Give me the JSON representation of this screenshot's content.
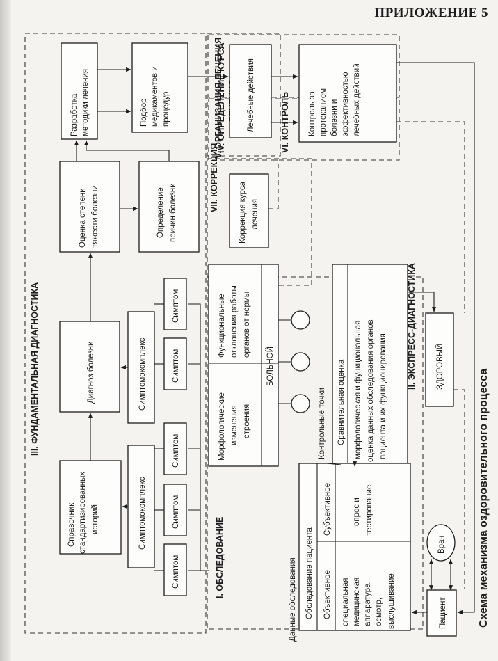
{
  "appendix_label": "ПРИЛОЖЕНИЕ 5",
  "caption": "Схема механизма оздоровительного процесса",
  "sections": {
    "s1": "I. ОБСЛЕДОВАНИЕ",
    "s2": "II. ЭКСПРЕСС-ДИАГНОСТИКА",
    "s3": "III. ФУНДАМЕНТАЛЬНАЯ ДИАГНОСТИКА",
    "s4a": "IV. ОПРЕДЕЛЕНИЕ КУРСА",
    "s4b": "ЛЕЧЕНИЯ",
    "s5": "V. ОРГАНИЗАЦИЯ ЛЕЧЕНИЯ",
    "s6": "VI. КОНТРОЛЬ",
    "s7": "VII. КОРРЕКЦИЯ"
  },
  "nodes": {
    "handbook": [
      "Справочник",
      "стандартизированных",
      "историй"
    ],
    "diagnosis": "Диагноз болезни",
    "severity": [
      "Оценка степени",
      "тяжести болезни"
    ],
    "causes": [
      "Определение",
      "причин болезни"
    ],
    "symptom_complex": "Симптомокомплекс",
    "symptom": "Симптом",
    "morph": [
      "Морфологические",
      "изменения",
      "строения"
    ],
    "func": [
      "Функциональные",
      "отклонения работы",
      "органов от нормы"
    ],
    "patient_sick": "БОЛЬНОЙ",
    "control_points": "Контрольные точки",
    "comparative": "Сравнительная оценка",
    "comparative_desc": [
      "морфологическая и функциональная",
      "оценка данных обследования органов",
      "пациента и их функционирования"
    ],
    "healthy": "ЗДОРОВЫЙ",
    "exam_data": "Данные обследования",
    "exam_patient": "Обследование пациента",
    "objective": "Объективное",
    "subjective": "Субъективное",
    "objective_desc": [
      "специальная",
      "медицинская",
      "аппаратура,",
      "осмотр,",
      "выслушивание"
    ],
    "subjective_desc": [
      "опрос и",
      "тестирование"
    ],
    "patient": "Пациент",
    "doctor": "Врач",
    "method": [
      "Разработка",
      "методики лечения"
    ],
    "meds": [
      "Подбор",
      "медикаментов и",
      "процедур"
    ],
    "actions": "Лечебные действия",
    "control": [
      "Контроль за",
      "протеканием",
      "болезни и",
      "эффективностью",
      "лечебных действий"
    ],
    "correction": [
      "Коррекция курса",
      "лечения"
    ]
  }
}
